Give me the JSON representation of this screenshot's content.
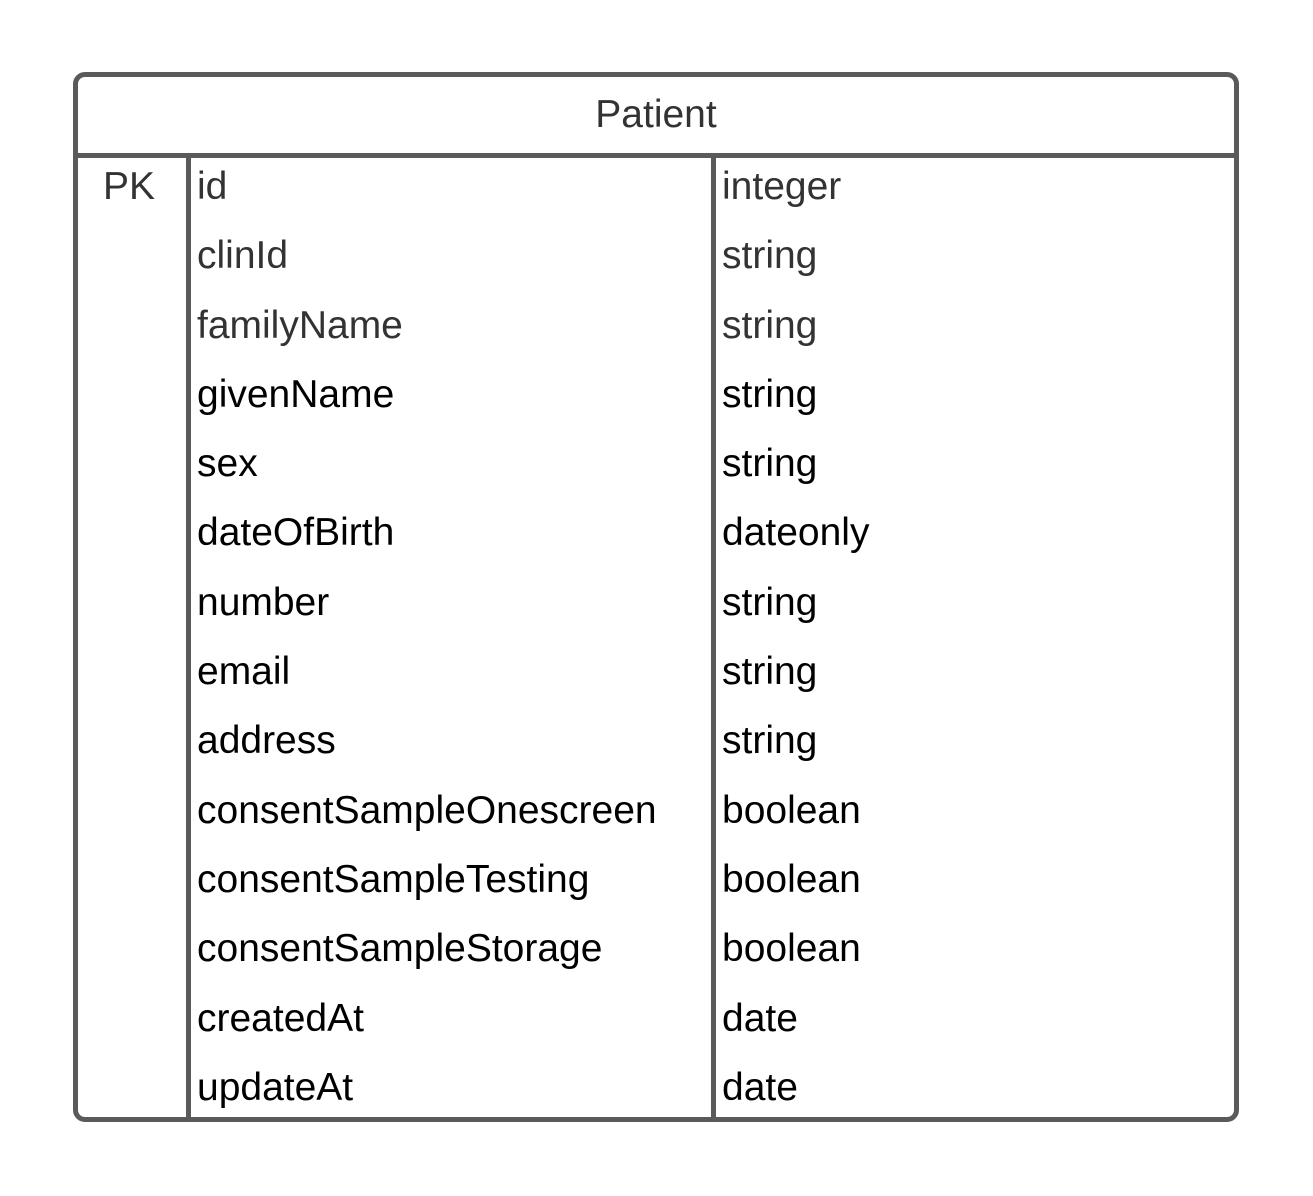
{
  "entity": {
    "name": "Patient",
    "fields": [
      {
        "key": "PK",
        "name": "id",
        "type": "integer",
        "muted": true
      },
      {
        "key": "",
        "name": "clinId",
        "type": "string",
        "muted": true
      },
      {
        "key": "",
        "name": "familyName",
        "type": "string",
        "muted": true
      },
      {
        "key": "",
        "name": "givenName",
        "type": "string",
        "muted": false
      },
      {
        "key": "",
        "name": "sex",
        "type": "string",
        "muted": false
      },
      {
        "key": "",
        "name": "dateOfBirth",
        "type": "dateonly",
        "muted": false
      },
      {
        "key": "",
        "name": "number",
        "type": "string",
        "muted": false
      },
      {
        "key": "",
        "name": "email",
        "type": "string",
        "muted": false
      },
      {
        "key": "",
        "name": "address",
        "type": "string",
        "muted": false
      },
      {
        "key": "",
        "name": "consentSampleOnescreen",
        "type": "boolean",
        "muted": false
      },
      {
        "key": "",
        "name": "consentSampleTesting",
        "type": "boolean",
        "muted": false
      },
      {
        "key": "",
        "name": "consentSampleStorage",
        "type": "boolean",
        "muted": false
      },
      {
        "key": "",
        "name": "createdAt",
        "type": "date",
        "muted": false
      },
      {
        "key": "",
        "name": "updateAt",
        "type": "date",
        "muted": false
      }
    ]
  }
}
